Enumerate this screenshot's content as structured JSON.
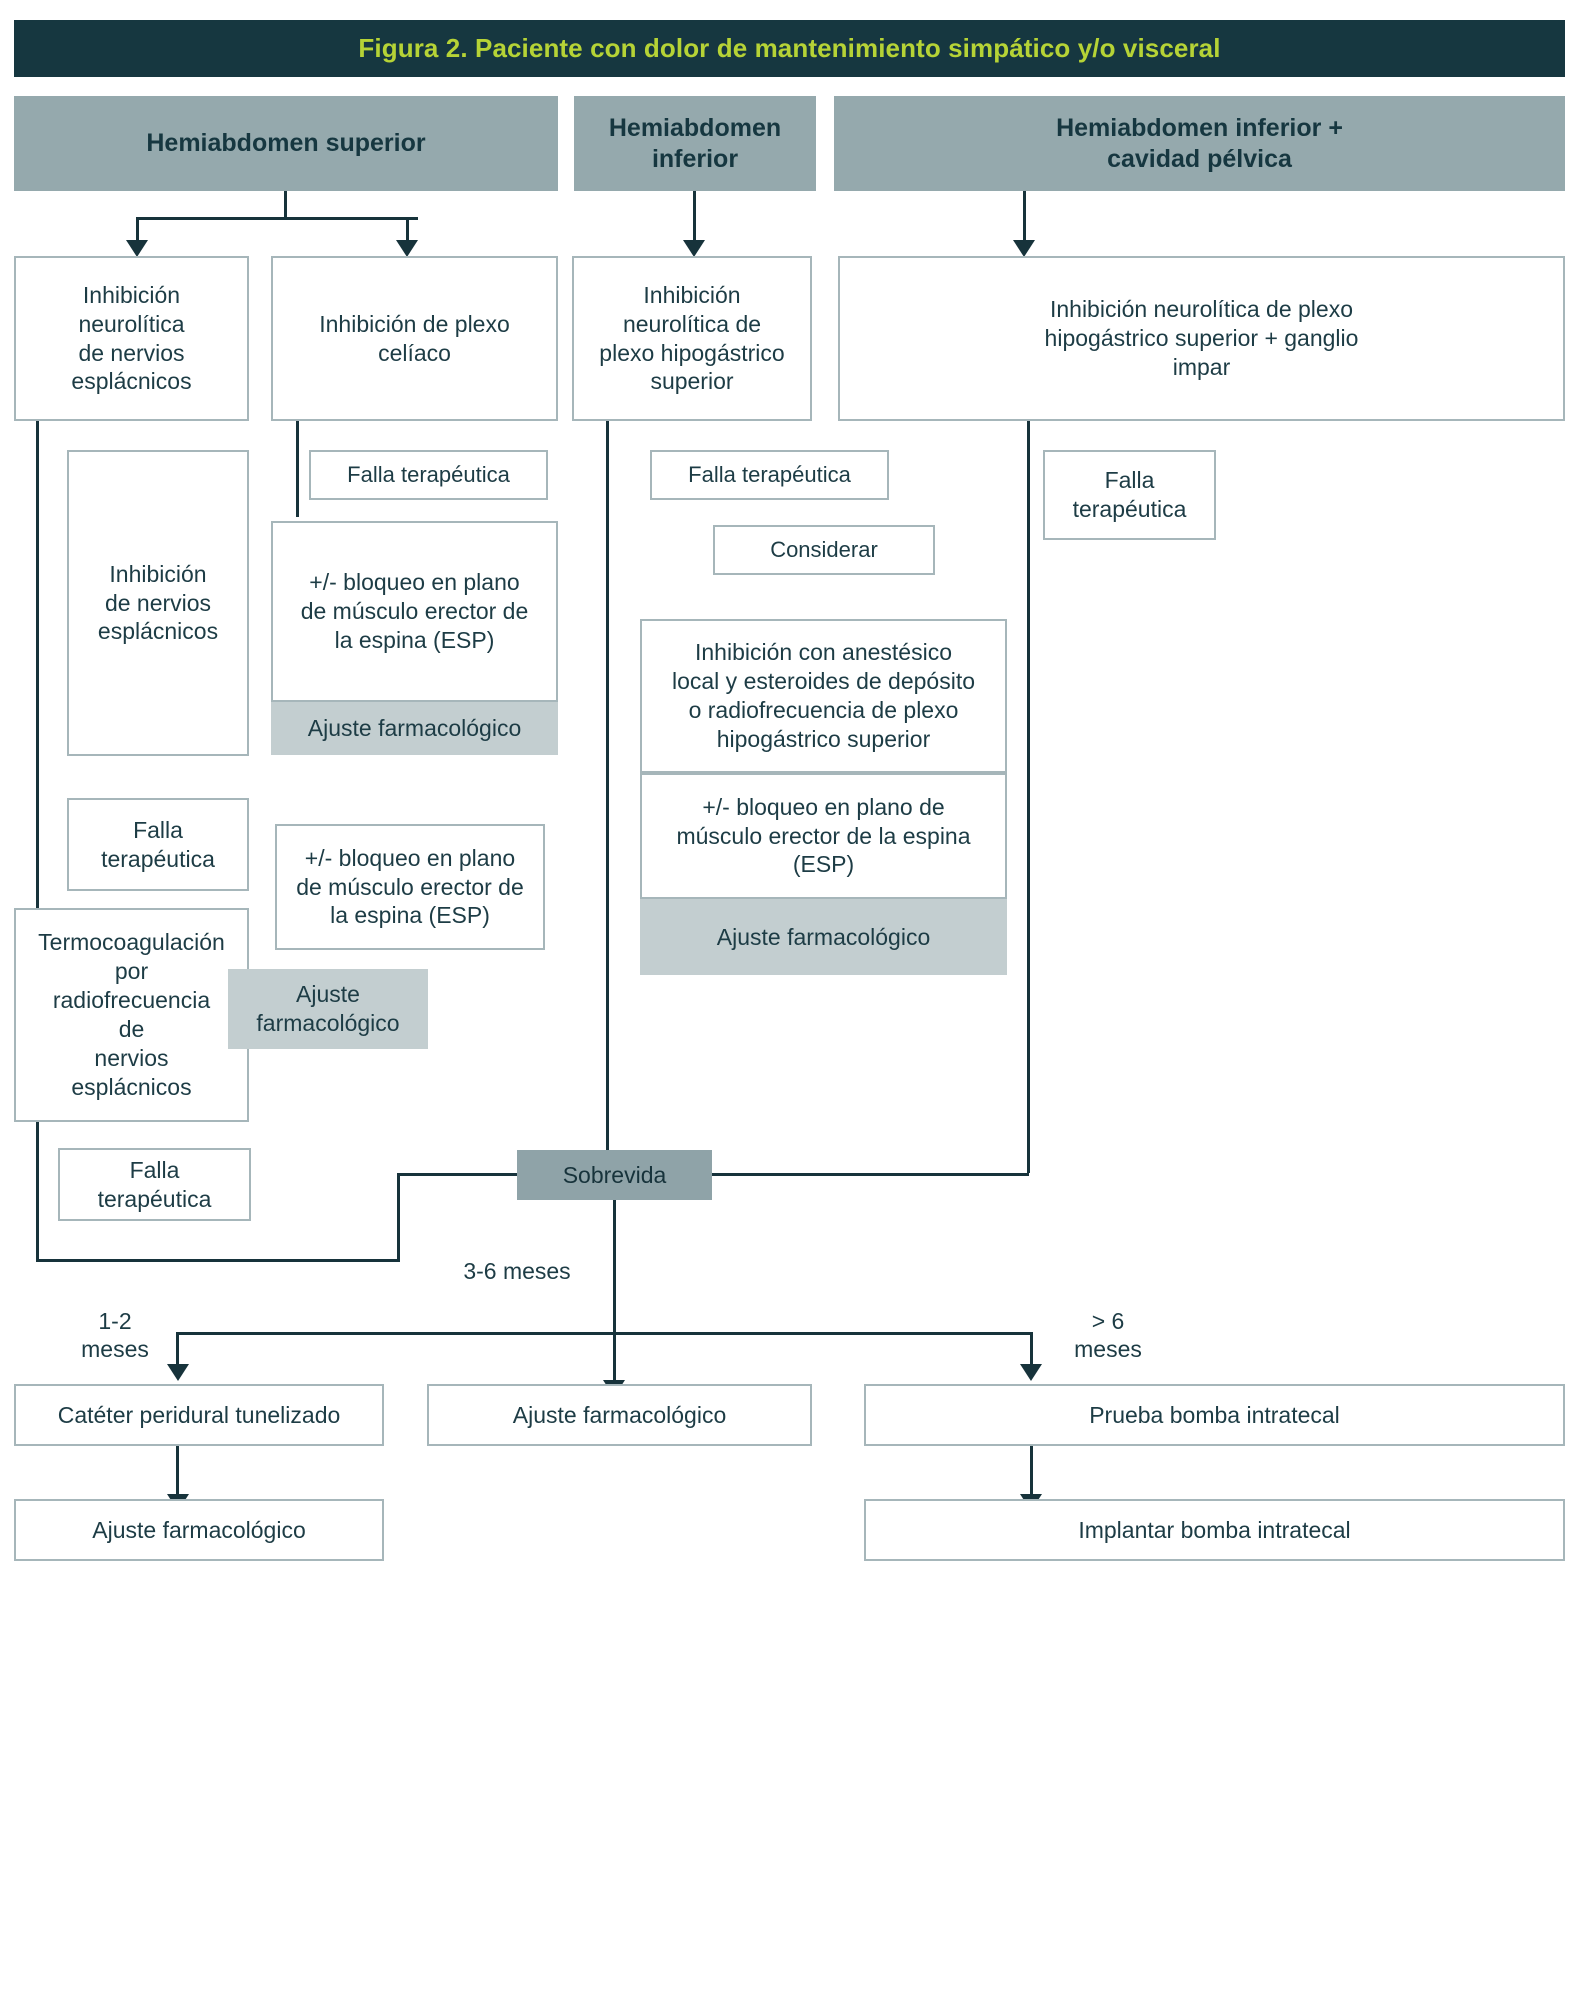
{
  "figure": {
    "title": "Figura 2. Paciente con dolor de mantenimiento simpático y/o visceral",
    "title_bg": "#163740",
    "title_color": "#b6d336",
    "header_bg": "#95a9ad",
    "box_border": "#a6b6ba",
    "gray_fill": "#c3ced0",
    "line_color": "#17333b",
    "node_bg": "#8fa3a8"
  },
  "columns": [
    {
      "id": "superior",
      "header": "Hemiabdomen superior"
    },
    {
      "id": "inferior",
      "header": "Hemiabdomen\ninferior"
    },
    {
      "id": "inferior_pelvica",
      "header": "Hemiabdomen inferior +\ncavidad pélvica"
    }
  ],
  "column_headers": {
    "superior": "Hemiabdomen superior",
    "inferior_line1": "Hemiabdomen",
    "inferior_line2": "inferior",
    "pelvica_line1": "Hemiabdomen inferior +",
    "pelvica_line2": "cavidad pélvica"
  },
  "nodes": {
    "c1_a_title": "Inhibición\nneurolítica\nde nervios\nesplácnicos",
    "c1_a_sub": "Inhibición\nde nervios\nesplácnicos",
    "c1_a_falla": "Falla\nterapéutica",
    "c1_a_termo": "Termocoagulación\npor\nradiofrecuencia\nde\nnervios\nesplácnicos",
    "c1_a_falla2": "Falla\nterapéutica",
    "c1_b_title": "Inhibición de plexo\ncelíaco",
    "c1_b_falla": "Falla terapéutica",
    "c1_b_esp": "+/- bloqueo en plano\nde músculo erector de\nla espina (ESP)",
    "c1_b_ajuste": "Ajuste farmacológico",
    "c1_b_esp2": "+/- bloqueo en plano\nde músculo erector de\nla espina (ESP)",
    "c1_b_ajuste2": "Ajuste\nfarmacológico",
    "c2_title": "Inhibición\nneurolítica de\nplexo hipogástrico\nsuperior",
    "c2_falla": "Falla terapéutica",
    "c2_considerar": "Considerar",
    "c2_inhib": "Inhibición con anestésico\nlocal y esteroides de depósito\no radiofrecuencia de plexo\nhipogástrico superior",
    "c2_esp": "+/- bloqueo en plano de\nmúsculo erector de la espina\n(ESP)",
    "c2_ajuste": "Ajuste farmacológico",
    "c3_title": "Inhibición neurolítica de plexo\nhipogástrico superior + ganglio\nimpar",
    "c3_falla": "Falla\nterapéutica",
    "sobrevida": "Sobrevida",
    "catheter": "Catéter peridural tunelizado",
    "ajuste_bottom_left": "Ajuste farmacológico",
    "ajuste_bottom_center": "Ajuste farmacológico",
    "prueba_bomba": "Prueba bomba intratecal",
    "implantar_bomba": "Implantar bomba intratecal"
  },
  "edge_labels": {
    "t_3_6": "3-6 meses",
    "t_1_2": "1-2\nmeses",
    "t_gt_6": "> 6\nmeses"
  }
}
